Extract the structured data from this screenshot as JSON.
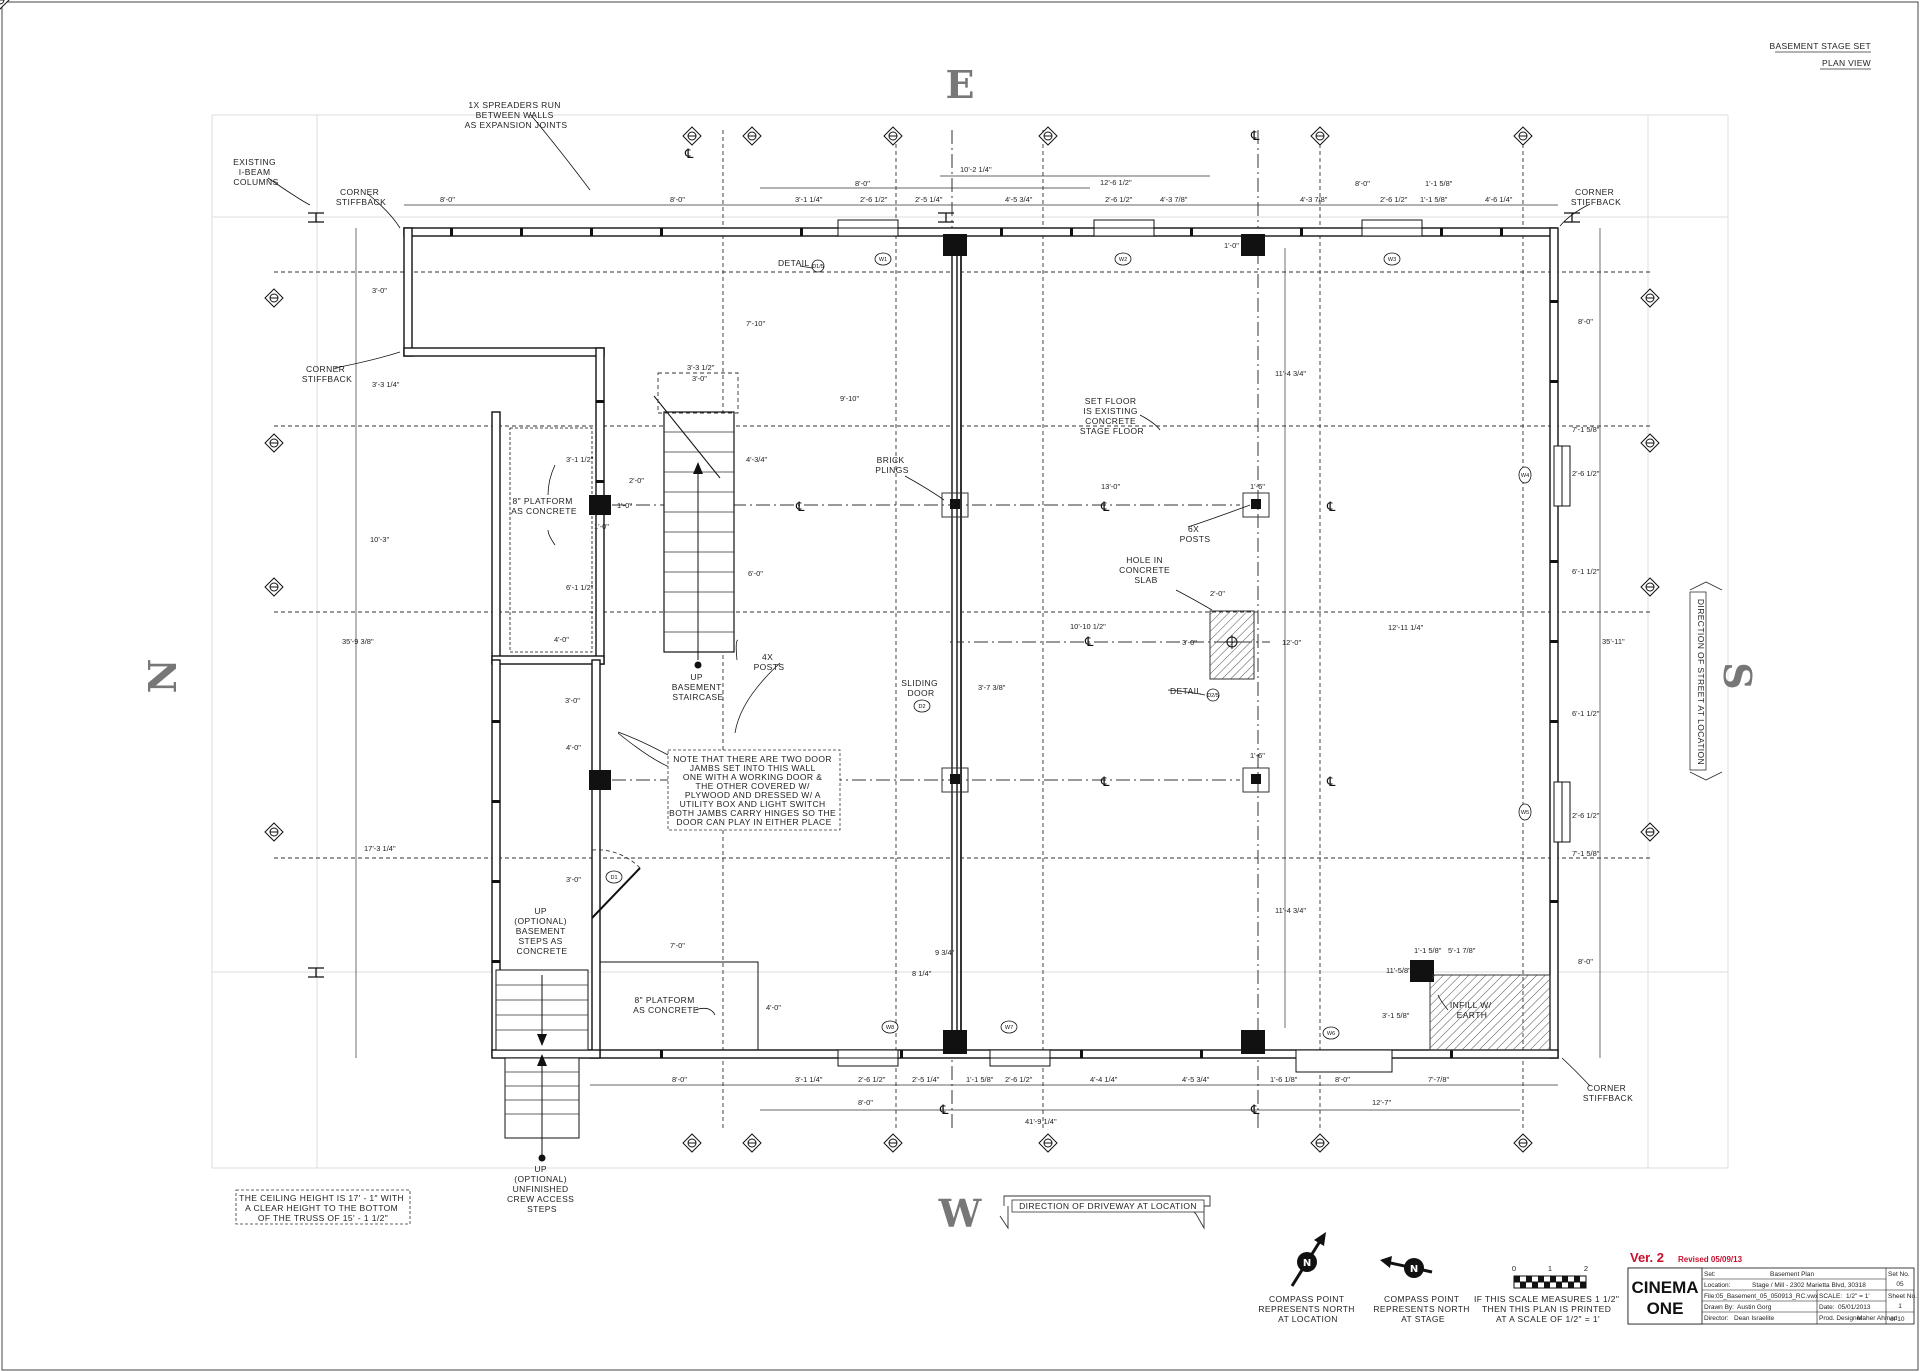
{
  "sheet": {
    "heading_1": "BASEMENT STAGE SET",
    "heading_2": "PLAN VIEW"
  },
  "compass_letters": {
    "east": "E",
    "west": "W",
    "north": "N",
    "south": "S"
  },
  "notes": {
    "spreaders": [
      "1X SPREADERS RUN",
      "BETWEEN WALLS",
      "AS EXPANSION JOINTS"
    ],
    "ibeam": [
      "EXISTING",
      "I-BEAM",
      "COLUMNS"
    ],
    "corner_tl": [
      "CORNER",
      "STIFFBACK"
    ],
    "corner_tr": [
      "CORNER",
      "STIFFBACK"
    ],
    "corner_l": [
      "CORNER",
      "STIFFBACK"
    ],
    "corner_br": [
      "CORNER",
      "STIFFBACK"
    ],
    "detail_1": "DETAIL",
    "detail_2": "DETAIL",
    "set_floor": [
      "SET FLOOR",
      "IS EXISTING",
      "CONCRETE",
      "STAGE FLOOR"
    ],
    "brick_plinths": [
      "BRICK",
      "PLINGS"
    ],
    "platform_1": [
      "8\" PLATFORM",
      "AS CONCRETE"
    ],
    "platform_2": [
      "8\" PLATFORM",
      "AS CONCRETE"
    ],
    "posts_4x": [
      "4X",
      "POSTS"
    ],
    "posts_6x": [
      "6X",
      "POSTS"
    ],
    "hole_slab": [
      "HOLE IN",
      "CONCRETE",
      "SLAB"
    ],
    "sliding_door": [
      "SLIDING",
      "DOOR"
    ],
    "up_basement": [
      "UP",
      "BASEMENT",
      "STAIRCASE"
    ],
    "door_jambs": [
      "NOTE THAT THERE ARE TWO DOOR",
      "JAMBS SET INTO THIS WALL",
      "ONE WITH A WORKING DOOR &",
      "THE OTHER COVERED W/",
      "PLYWOOD AND DRESSED W/ A",
      "UTILITY BOX AND LIGHT SWITCH",
      "BOTH JAMBS CARRY HINGES SO THE",
      "DOOR CAN PLAY IN EITHER PLACE"
    ],
    "optional_steps": [
      "UP",
      "(OPTIONAL)",
      "BASEMENT",
      "STEPS AS",
      "CONCRETE"
    ],
    "crew_steps": [
      "UP",
      "(OPTIONAL)",
      "UNFINISHED",
      "CREW ACCESS",
      "STEPS"
    ],
    "infill": [
      "INFILL W/",
      "EARTH"
    ],
    "ceiling": [
      "THE CEILING HEIGHT IS 17' - 1\" WITH",
      "A CLEAR HEIGHT TO THE BOTTOM",
      "OF THE TRUSS OF 15' - 1 1/2\""
    ],
    "driveway": "DIRECTION OF DRIVEWAY AT LOCATION",
    "street": "DIRECTION OF STREET AT LOCATION",
    "compass_loc": [
      "COMPASS POINT",
      "REPRESENTS NORTH",
      "AT LOCATION"
    ],
    "compass_stage": [
      "COMPASS POINT",
      "REPRESENTS NORTH",
      "AT STAGE"
    ],
    "scale_note": [
      "IF THIS SCALE MEASURES 1 1/2\"",
      "THEN THIS PLAN IS PRINTED",
      "AT A SCALE OF 1/2\" = 1'"
    ]
  },
  "dims_top": [
    "8'-0\"",
    "8'-0\"",
    "3'-1 1/4\"",
    "2'-6 1/2\"",
    "2'-5 1/4\"",
    "4'-5 3/4\"",
    "2'-6 1/2\"",
    "4'-3 7/8\"",
    "4'-3 7/8\"",
    "2'-6 1/2\"",
    "1'-1 5/8\"",
    "4'-6 1/4\"",
    "8'-0\"",
    "10'-2 1/4\"",
    "12'-6 1/2\"",
    "8'-0\"",
    "1'-1 5/8\""
  ],
  "dims_bottom": [
    "8'-0\"",
    "3'-1 1/4\"",
    "2'-6 1/2\"",
    "2'-5 1/4\"",
    "1'-1 5/8\"",
    "2'-6 1/2\"",
    "4'-4 1/4\"",
    "4'-5 3/4\"",
    "1'-6 1/8\"",
    "8'-0\"",
    "7'-7/8\"",
    "8'-0\"",
    "41'-9 1/4\"",
    "12'-7\""
  ],
  "dims_left": [
    "3'-0\"",
    "3'-3 1/4\"",
    "10'-3\"",
    "35'-9 3/8\"",
    "17'-3 1/4\""
  ],
  "dims_right": [
    "8'-0\"",
    "7'-1 5/8\"",
    "2'-6 1/2\"",
    "6'-1 1/2\"",
    "35'-11\"",
    "6'-1 1/2\"",
    "2'-6 1/2\"",
    "7'-1 5/8\"",
    "8'-0\""
  ],
  "dims_interior": [
    "3'-3 1/2\"",
    "3'-0\"",
    "9'-10\"",
    "7'-10\"",
    "4'-3/4\"",
    "13'-0\"",
    "6'-0\"",
    "3'-1 1/2\"",
    "2'-0\"",
    "1'-0\"",
    "1'-0\"",
    "6'-1 1/2\"",
    "4'-0\"",
    "10'-10 1/2\"",
    "12'-11 1/4\"",
    "3'-0\"",
    "12'-0\"",
    "2'-0\"",
    "11'-4 3/4\"",
    "11'-4 3/4\"",
    "3'-7 3/8\"",
    "3'-0\"",
    "4'-0\"",
    "3'-0\"",
    "7'-0\"",
    "4'-0\"",
    "1'-6\"",
    "1'-6\"",
    "1'-0\"",
    "5'-1 7/8\"",
    "1'-1 5/8\"",
    "11'-5/8\"",
    "3'-1 5/8\"",
    "9 3/4\"",
    "8 1/4\""
  ],
  "window_tags": [
    "W1",
    "W2",
    "W3",
    "W4",
    "W5",
    "W6",
    "W7",
    "W8"
  ],
  "door_tags": [
    "D1",
    "D2"
  ],
  "detail_tags": [
    "D1/5",
    "D2/5"
  ],
  "centerline": "℄",
  "title_block": {
    "version": "Ver. 2",
    "revised": "Revised 05/09/13",
    "logo_line1": "CINEMA",
    "logo_line2": "ONE",
    "set_label": "Set:",
    "set_value": "Basement Plan",
    "location_label": "Location:",
    "location_value": "Stage / Mill - 2302 Marietta Blvd, 30318",
    "file_label": "File:",
    "file_value": "05_Basement_05_050913_RC.vwx",
    "scale_label": "SCALE:",
    "scale_value": "1/2\" = 1'",
    "drawn_label": "Drawn By:",
    "drawn_value": "Austin Gorg",
    "date_label": "Date:",
    "date_value": "05/01/2013",
    "director_label": "Director:",
    "director_value": "Dean Israelite",
    "designer_label": "Prod. Designer:",
    "designer_value": "Maher Ahmad",
    "setno_label": "Set No.",
    "setno_value": "05",
    "sheetno_label": "Sheet No.",
    "sheetno_value": "1",
    "of_value": "of 10"
  },
  "scale_bar": {
    "ticks": [
      "0",
      "1",
      "2"
    ]
  }
}
